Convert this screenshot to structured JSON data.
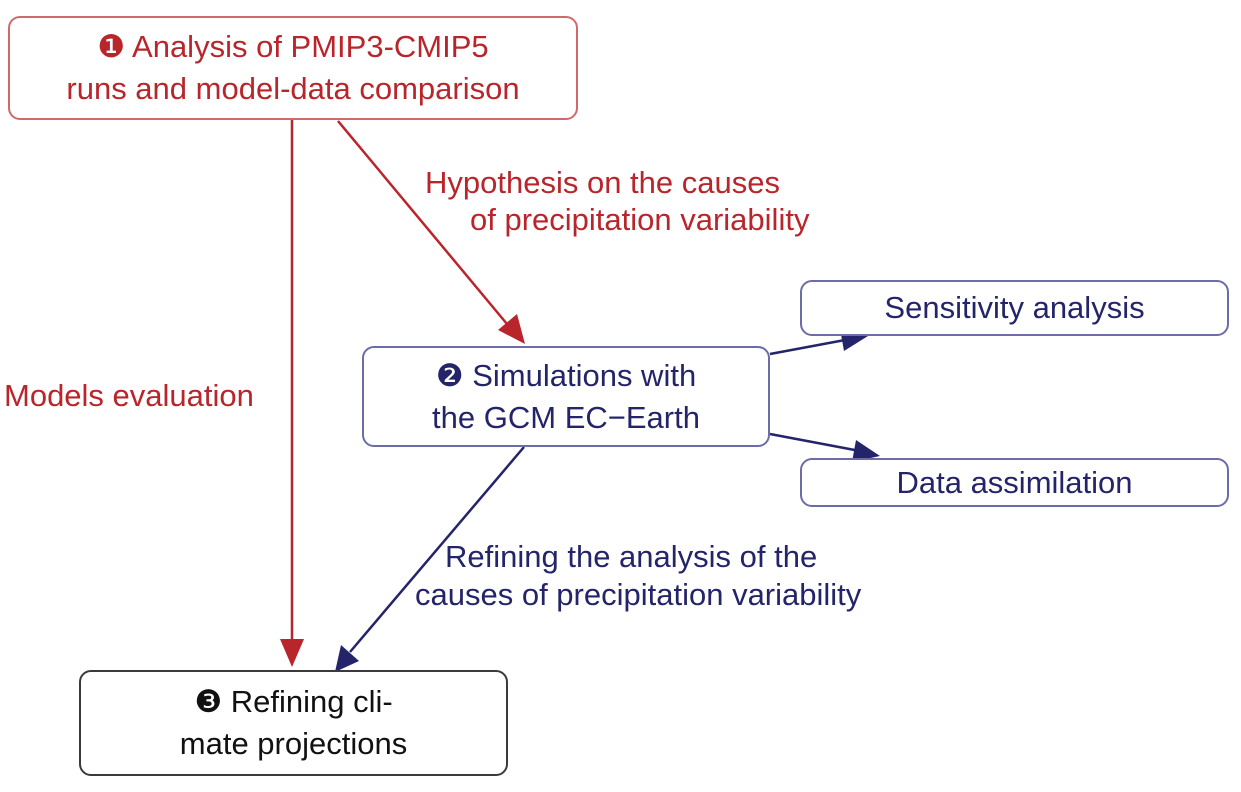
{
  "nodes": {
    "analysis": {
      "line1": "❶ Analysis of PMIP3-CMIP5",
      "line2": "runs and model-data comparison"
    },
    "simulations": {
      "line1": "❷ Simulations with",
      "line2": "the GCM EC−Earth"
    },
    "sensitivity": {
      "label": "Sensitivity analysis"
    },
    "assimilation": {
      "label": "Data assimilation"
    },
    "projections": {
      "line1": "❸ Refining cli-",
      "line2": "mate projections"
    }
  },
  "edges": {
    "hypothesis": {
      "line1": "Hypothesis on the causes",
      "line2": "of precipitation variability"
    },
    "models_evaluation": "Models evaluation",
    "refining_analysis": {
      "line1": "Refining the analysis of the",
      "line2": "causes of precipitation variability"
    }
  },
  "colors": {
    "red": "#b8262b",
    "red_border": "#d06a6a",
    "blue": "#24246a",
    "blue_border": "#6c6ca8",
    "black": "#111111"
  }
}
